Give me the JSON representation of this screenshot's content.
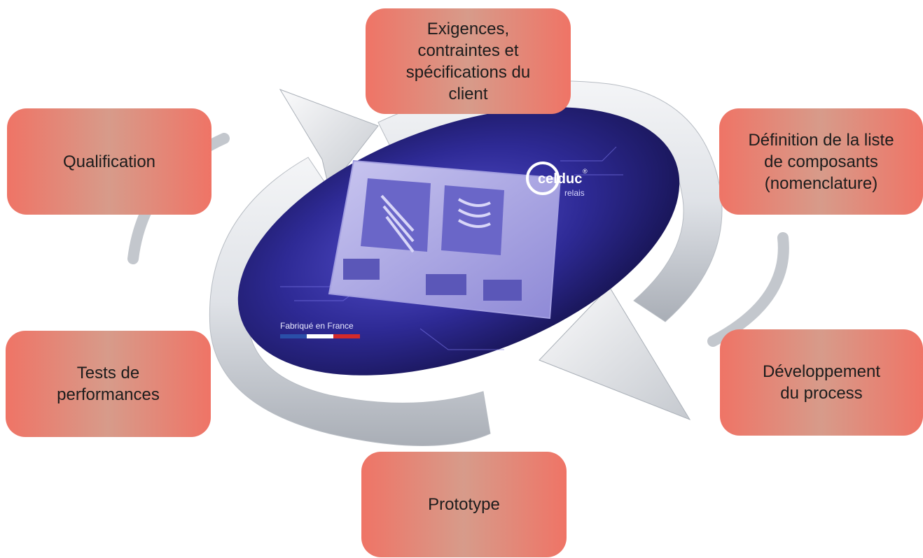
{
  "steps": {
    "requirements": "Exigences,\ncontraintes et\nspécifications du\nclient",
    "bom": "Définition de la liste\nde composants\n(nomenclature)",
    "process": "Développement\ndu process",
    "prototype": "Prototype",
    "tests": "Tests de\nperformances",
    "qualification": "Qualification"
  },
  "center_image": {
    "logo_text": "celduc",
    "logo_mark": "®",
    "logo_subtext": "relais",
    "badge_text": "Fabriqué en France",
    "flag_colors": [
      "#2a4fa8",
      "#ffffff",
      "#d42a2a"
    ]
  },
  "colors": {
    "box_accent": "#ef7466",
    "box_mid": "#d79b8a",
    "arrow_silver": "#d9dde3",
    "oval_dark": "#1d1b63",
    "oval_light": "#4b47c4"
  }
}
